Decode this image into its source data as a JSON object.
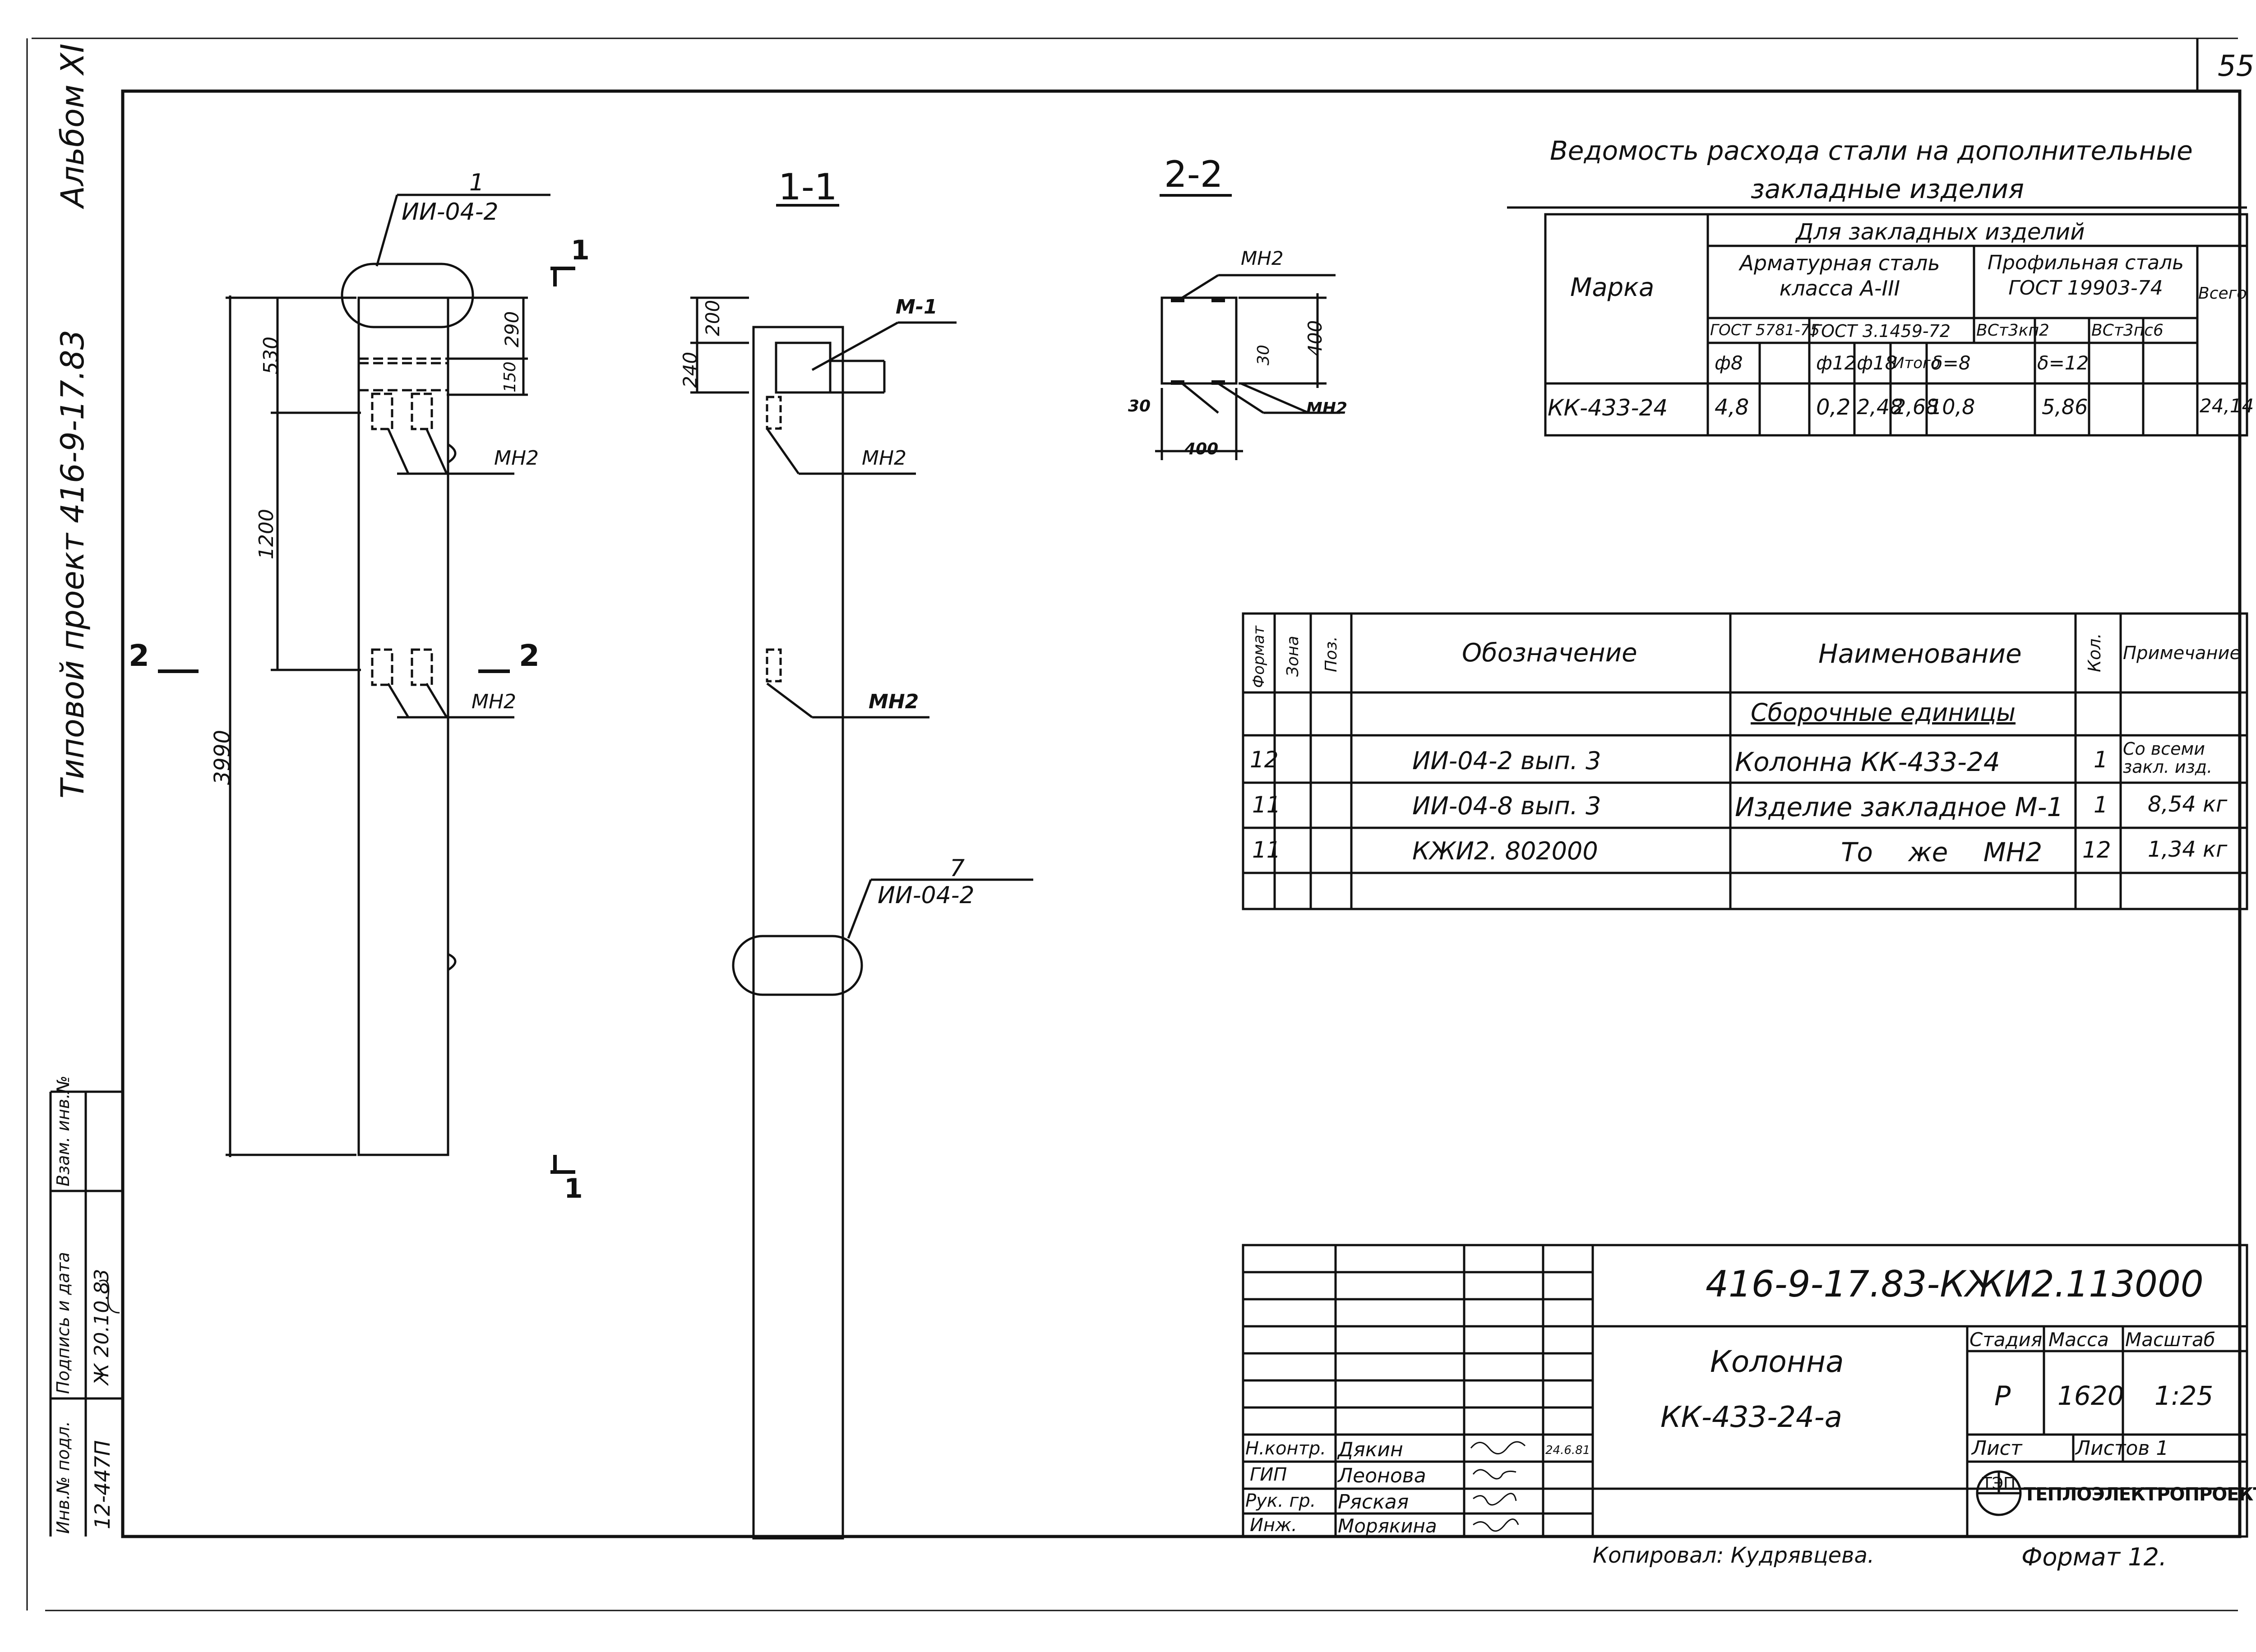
{
  "sheet": {
    "page_number": "55",
    "album": "Альбом XI",
    "project": "Типовой проект 416-9-17.83",
    "copied_by": "Копировал: Кудрявцева.",
    "format": "Формат 12."
  },
  "left_strip": {
    "inv_no_label": "Инв.№ подл.",
    "inv_no": "12-447П",
    "sign_date_label": "Подпись и дата",
    "sign_date": "Ж 20.10.83",
    "replace_label": "Взам. инв.№"
  },
  "views": {
    "main": {
      "callout_number": "1",
      "callout_ref": "ИИ-04-2",
      "section_1": "1",
      "section_2": "2",
      "dim_530": "530",
      "dim_290": "290",
      "dim_150": "150",
      "dim_1200": "1200",
      "dim_3990": "3990",
      "mn2_a": "МН2",
      "mn2_b": "МН2"
    },
    "section_1_1": {
      "title": "1-1",
      "dim_240": "240",
      "dim_200": "200",
      "m1": "М-1",
      "mn2_a": "МН2",
      "mn2_b": "МН2",
      "callout_number": "7",
      "callout_ref": "ИИ-04-2"
    },
    "section_2_2": {
      "title": "2-2",
      "mn2_top": "МН2",
      "mn2_bottom": "МН2",
      "dim_400_w": "400",
      "dim_400_h": "400",
      "dim_30_a": "30",
      "dim_30_b": "30"
    }
  },
  "steel_table": {
    "title_1": "Ведомость расхода стали на дополнительные",
    "title_2": "закладные изделия",
    "col_mark": "Марка",
    "col_group": "Для закладных изделий",
    "col_rebar": "Арматурная сталь класса А-III",
    "col_profile": "Профильная сталь ГОСТ 19903-74",
    "col_total": "Всего",
    "gost_1": "ГОСТ 5781-75",
    "gost_2": "ГОСТ 3.1459-72",
    "gost_3": "ВСт3кп2",
    "gost_4": "ВСт3пс6",
    "d8": "ф8",
    "d12": "ф12",
    "d18": "ф18",
    "itogo": "Итого",
    "d_8": "δ=8",
    "d_12": "δ=12",
    "row": {
      "mark": "КК-433-24",
      "v1": "4,8",
      "v2": "",
      "v3": "0,2",
      "v4": "2,48",
      "v5": "2,68",
      "v6": "10,8",
      "v7": "",
      "v8": "5,86",
      "v9": "",
      "v10": "24,14"
    }
  },
  "spec_table": {
    "h_format": "Формат",
    "h_zone": "Зона",
    "h_pos": "Поз.",
    "h_designation": "Обозначение",
    "h_name": "Наименование",
    "h_qty": "Кол.",
    "h_note": "Примечание",
    "section": "Сборочные единицы",
    "rows": [
      {
        "fmt": "12",
        "des": "ИИ-04-2 вып. 3",
        "name": "Колонна КК-433-24",
        "qty": "1",
        "note": "Со всеми закл. изд."
      },
      {
        "fmt": "11",
        "des": "ИИ-04-8 вып. 3",
        "name": "Изделие закладное М-1",
        "qty": "1",
        "note": "8,54 кг"
      },
      {
        "fmt": "11",
        "des": "КЖИ2. 802000",
        "name": "То же МН2",
        "qty": "12",
        "note": "1,34 кг"
      }
    ]
  },
  "title_block": {
    "code": "416-9-17.83-КЖИ2.113000",
    "name_1": "Колонна",
    "name_2": "КК-433-24-а",
    "h_stage": "Стадия",
    "h_mass": "Масса",
    "h_scale": "Масштаб",
    "stage": "Р",
    "mass": "1620",
    "scale": "1:25",
    "sheet": "Лист",
    "sheets": "Листов 1",
    "org": "ТЕПЛОЭЛЕКТРОПРОЕКТ",
    "logo_letters": "ТЭП",
    "people": [
      {
        "role": "Н.контр.",
        "name": "Дякин",
        "date": "24.6.81"
      },
      {
        "role": "ГИП",
        "name": "Леонова",
        "date": ""
      },
      {
        "role": "Рук. гр.",
        "name": "Ряская",
        "date": ""
      },
      {
        "role": "Инж.",
        "name": "Морякина",
        "date": ""
      }
    ]
  }
}
